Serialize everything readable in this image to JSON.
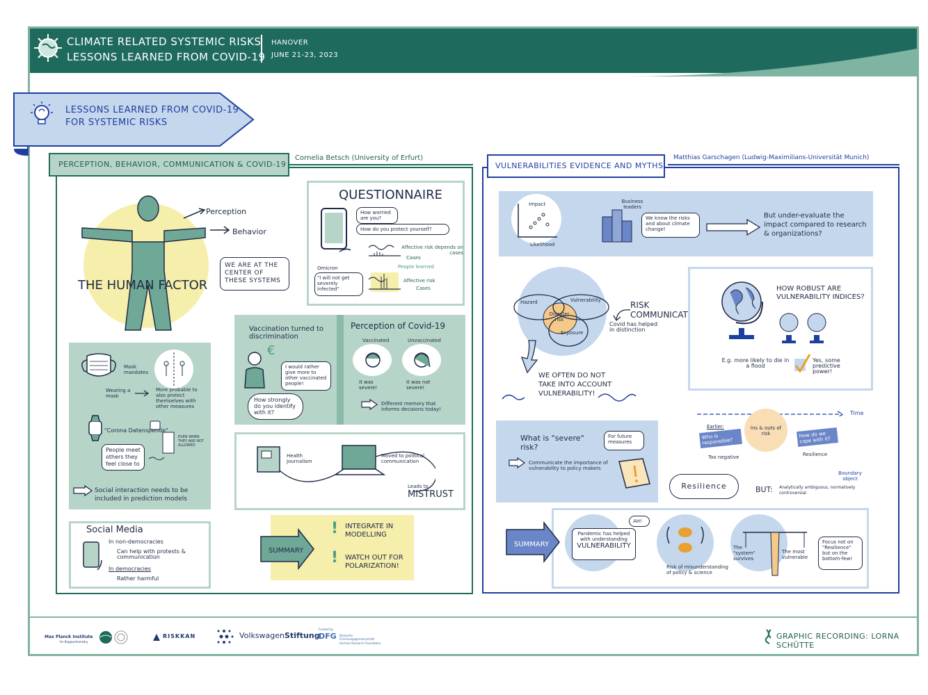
{
  "header": {
    "title_line1": "Climate Related Systemic Risks",
    "title_line2": "Lessons Learned from Covid-19",
    "location": "Hanover",
    "date": "June 21-23, 2023"
  },
  "banner": {
    "line1": "Lessons Learned from Covid-19",
    "line2": "for Systemic Risks"
  },
  "left": {
    "title": "Perception, Behavior, Communication & Covid-19",
    "speaker": "Cornelia Betsch (University of Erfurt)",
    "human_factor": "The Human Factor",
    "perception": "Perception",
    "behavior": "Behavior",
    "center_bubble": "We are at the center of these systems",
    "questionnaire": {
      "title": "Questionnaire",
      "q1": "How worried are you?",
      "q2": "How do you protect yourself?",
      "affective": "Affective risk depends on cases",
      "cases1": "Cases",
      "omicron": "Omicron",
      "omicron_quote": "\"I will not get severely infected\"",
      "people_learned": "People learned",
      "affective2": "Affective risk",
      "cases2": "Cases"
    },
    "mask": {
      "mandates": "Mask mandates",
      "wearing": "Wearing a mask",
      "probable": "More probable to also protect themselves with other measures",
      "corona": "\"Corona Datenspende\"",
      "people_meet": "People meet others they feel close to",
      "even_when": "Even when they are not allowed",
      "social": "Social interaction needs to be included in prediction models"
    },
    "vaccination": {
      "title": "Vaccination turned to discrimination",
      "quote": "I would rather give more to other vaccinated people!",
      "identify": "How strongly do you identify with it?",
      "euro": "€"
    },
    "perception_covid": {
      "title": "Perception of Covid-19",
      "vaccinated": "Vaccinated",
      "unvaccinated": "Unvaccinated",
      "severe": "It was severe!",
      "not_severe": "It was not severe!",
      "memory": "Different memory that informs decisions today!"
    },
    "health": {
      "journalism": "Health Journalism",
      "moved": "Moved to political communication",
      "leads": "Leads to",
      "mistrust": "Mistrust"
    },
    "social_media": {
      "title": "Social Media",
      "non_dem": "In non-democracies",
      "help": "Can help with protests & communication",
      "dem": "In democracies",
      "harmful": "Rather harmful"
    },
    "summary": {
      "label": "Summary",
      "item1": "Integrate in modelling",
      "item2": "Watch out for polarization!"
    }
  },
  "right": {
    "title": "Vulnerabilities Evidence and Myths",
    "speaker": "Matthias Garschagen (Ludwig-Maximilians-Universität Munich)",
    "impact": "Impact",
    "likelihood": "Likelihood",
    "business": "Business leaders",
    "know": "We know the risks and about climate change!",
    "under": "But under-evaluate the impact compared to research & organizations?",
    "hazard": "Hazard",
    "vulnerability": "Vulnerability",
    "exposure": "Exposure",
    "disaster": "Disaster risk",
    "risk_comm": "Risk Communication",
    "covid_helped": "Covid has helped in distinction",
    "often": "We often do not take into account vulnerability!",
    "robust": "How robust are vulnerability indices?",
    "eg": "E.g. more likely to die in a flood",
    "yes": "Yes, some predictive power!",
    "time": "Time",
    "earlier": "Earlier:",
    "who": "Who is responsible?",
    "too_neg": "Too negative",
    "ins": "Ins & outs of risk",
    "how_cope": "How do we cope with it?",
    "resilience": "Resilience",
    "boundary": "Boundary object",
    "resilience_word": "Resilience",
    "but": "But:",
    "ambiguous": "Analytically ambiguous, normatively controversial",
    "severe_q": "What is \"severe\" risk?",
    "future": "For future measures",
    "communicate": "Communicate the importance of vulnerability to policy makers",
    "summary": {
      "label": "Summary",
      "aha": "AH!",
      "pandemic": "Pandemic has helped with understanding",
      "vuln": "Vulnerability",
      "misunder": "Risk of misunderstanding of policy & science",
      "system": "The \"system\" survives",
      "most_vuln": "The most vulnerable",
      "focus": "Focus not on \"Resilience\" but on the bottom-few!"
    }
  },
  "footer": {
    "mpi": "Max Planck Institute",
    "mpi_sub": "for Biogeochemistry",
    "riskkan": "RISKKAN",
    "vw1": "Volkswagen",
    "vw2": "Stiftung",
    "dfg_small": "Funded by",
    "dfg": "DFG",
    "dfg_sub": "Deutsche Forschungsgemeinschaft",
    "dfg_sub2": "German Research Foundation",
    "credit": "Graphic Recording: Lorna Schütte"
  },
  "colors": {
    "teal_dark": "#1e6b5d",
    "teal_light": "#b7d4c9",
    "blue_dark": "#1f3fa0",
    "blue_light": "#c4d7ed",
    "yellow": "#f6eeab",
    "orange": "#f4c98a"
  }
}
